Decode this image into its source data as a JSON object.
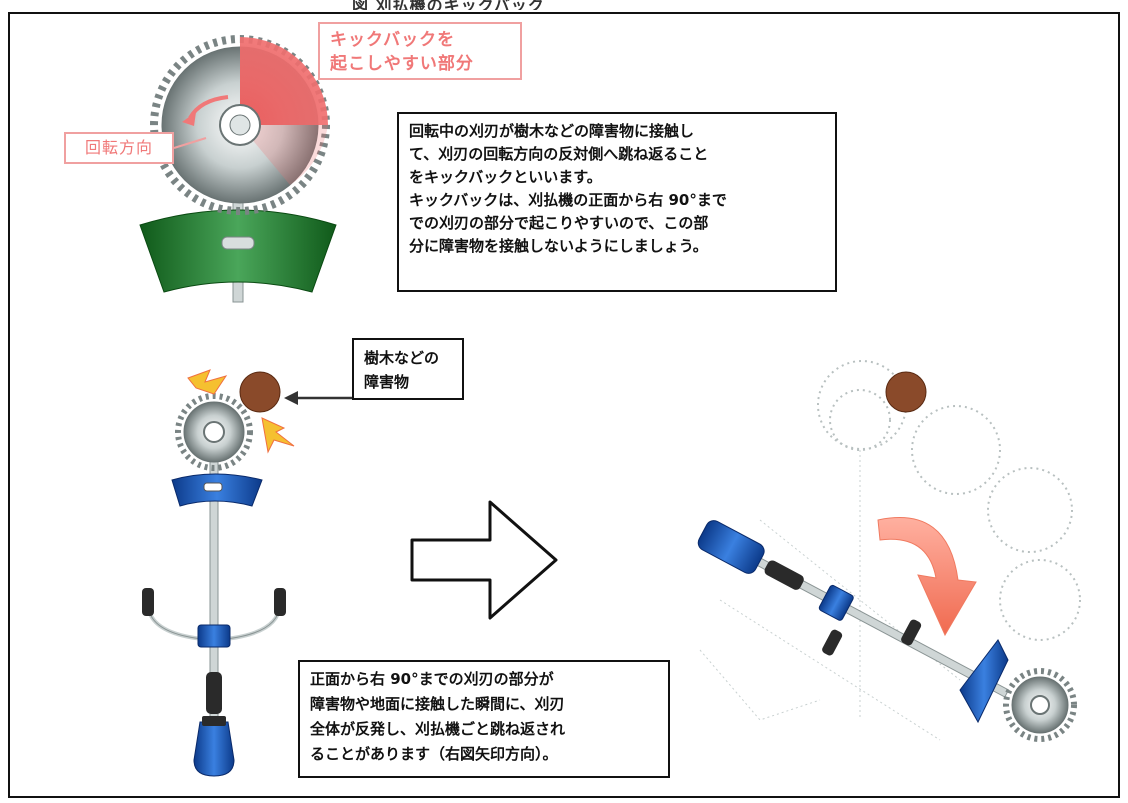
{
  "title": "図 刈払機のキックバック",
  "kickback_zone_label": [
    "キックバックを",
    "起こしやすい部分"
  ],
  "rotation_label": "回転方向",
  "explanation": [
    "回転中の刈刃が樹木などの障害物に接触し",
    "て、刈刃の回転方向の反対側へ跳ね返ること",
    "をキックバックといいます。",
    "キックバックは、刈払機の正面から右 90°まで",
    "での刈刃の部分で起こりやすいので、この部",
    "分に障害物を接触しないようにしましょう。"
  ],
  "obstacle_label": [
    "樹木などの",
    "障害物"
  ],
  "result_text": [
    "正面から右 90°までの刈刃の部分が",
    "障害物や地面に接触した瞬間に、刈刃",
    "全体が反発し、刈払機ごと跳ね返され",
    "ることがあります（右図矢印方向）。"
  ],
  "colors": {
    "danger_zone": "#f06060",
    "label_pink": "#f07878",
    "guard_green": "#2a8a3a",
    "blue": "#1a5fc0",
    "obstacle": "#8a4a2a"
  }
}
